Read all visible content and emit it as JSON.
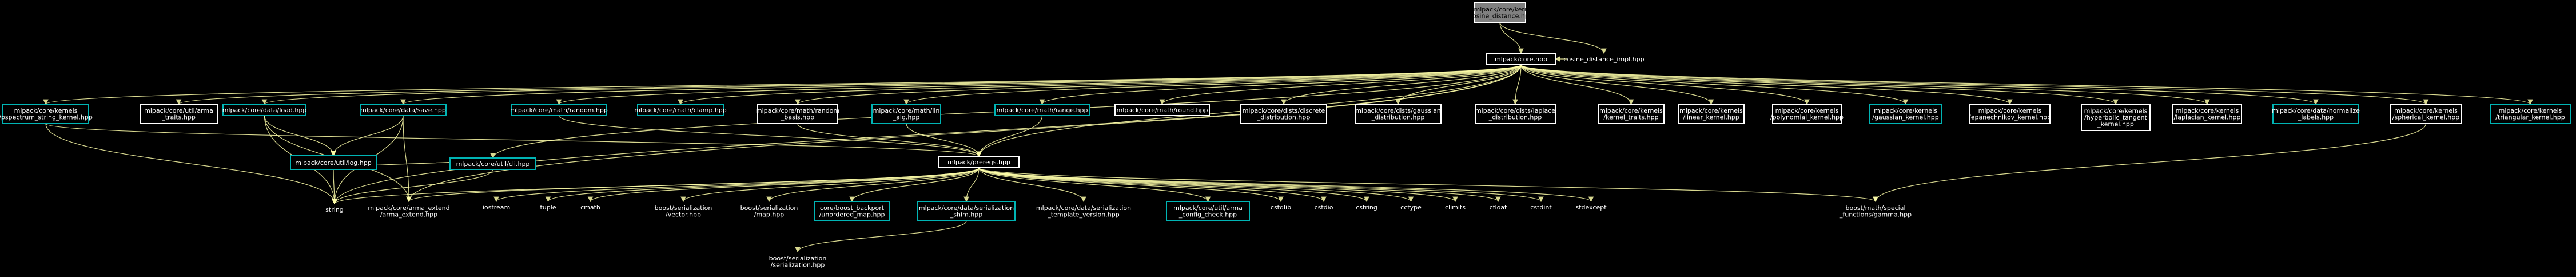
{
  "nodes": [
    {
      "id": "root",
      "lines": [
        "src/mlpack/core/kernels",
        "/cosine_distance.hpp"
      ],
      "style": "root"
    },
    {
      "id": "core",
      "lines": [
        "mlpack/core.hpp"
      ],
      "style": "white"
    },
    {
      "id": "impl",
      "lines": [
        "cosine_distance_impl.hpp"
      ],
      "style": "plain"
    },
    {
      "id": "pspec",
      "lines": [
        "mlpack/core/kernels",
        "/pspectrum_string_kernel.hpp"
      ],
      "style": "cyan"
    },
    {
      "id": "arma_traits",
      "lines": [
        "mlpack/core/util/arma",
        "_traits.hpp"
      ],
      "style": "white"
    },
    {
      "id": "load",
      "lines": [
        "mlpack/core/data/load.hpp"
      ],
      "style": "cyan"
    },
    {
      "id": "save",
      "lines": [
        "mlpack/core/data/save.hpp"
      ],
      "style": "cyan"
    },
    {
      "id": "random",
      "lines": [
        "mlpack/core/math/random.hpp"
      ],
      "style": "cyan"
    },
    {
      "id": "clamp",
      "lines": [
        "mlpack/core/math/clamp.hpp"
      ],
      "style": "cyan"
    },
    {
      "id": "random_basis",
      "lines": [
        "mlpack/core/math/random",
        "_basis.hpp"
      ],
      "style": "white"
    },
    {
      "id": "lin_alg",
      "lines": [
        "mlpack/core/math/lin",
        "_alg.hpp"
      ],
      "style": "cyan"
    },
    {
      "id": "range",
      "lines": [
        "mlpack/core/math/range.hpp"
      ],
      "style": "cyan"
    },
    {
      "id": "round",
      "lines": [
        "mlpack/core/math/round.hpp"
      ],
      "style": "white"
    },
    {
      "id": "discrete",
      "lines": [
        "mlpack/core/dists/discrete",
        "_distribution.hpp"
      ],
      "style": "white"
    },
    {
      "id": "gaussian",
      "lines": [
        "mlpack/core/dists/gaussian",
        "_distribution.hpp"
      ],
      "style": "white"
    },
    {
      "id": "laplace",
      "lines": [
        "mlpack/core/dists/laplace",
        "_distribution.hpp"
      ],
      "style": "white"
    },
    {
      "id": "kernel_traits",
      "lines": [
        "mlpack/core/kernels",
        "/kernel_traits.hpp"
      ],
      "style": "white"
    },
    {
      "id": "linear",
      "lines": [
        "mlpack/core/kernels",
        "/linear_kernel.hpp"
      ],
      "style": "white"
    },
    {
      "id": "polynomial",
      "lines": [
        "mlpack/core/kernels",
        "/polynomial_kernel.hpp"
      ],
      "style": "white"
    },
    {
      "id": "gaussian_k",
      "lines": [
        "mlpack/core/kernels",
        "/gaussian_kernel.hpp"
      ],
      "style": "cyan"
    },
    {
      "id": "epan",
      "lines": [
        "mlpack/core/kernels",
        "/epanechnikov_kernel.hpp"
      ],
      "style": "white"
    },
    {
      "id": "hyper",
      "lines": [
        "mlpack/core/kernels",
        "/hyperbolic_tangent",
        "_kernel.hpp"
      ],
      "style": "white"
    },
    {
      "id": "laplacian",
      "lines": [
        "mlpack/core/kernels",
        "/laplacian_kernel.hpp"
      ],
      "style": "white"
    },
    {
      "id": "normalize",
      "lines": [
        "mlpack/core/data/normalize",
        "_labels.hpp"
      ],
      "style": "cyan"
    },
    {
      "id": "spherical",
      "lines": [
        "mlpack/core/kernels",
        "/spherical_kernel.hpp"
      ],
      "style": "white"
    },
    {
      "id": "triangular",
      "lines": [
        "mlpack/core/kernels",
        "/triangular_kernel.hpp"
      ],
      "style": "cyan"
    },
    {
      "id": "cli",
      "lines": [
        "mlpack/core/util/cli.hpp"
      ],
      "style": "cyan"
    },
    {
      "id": "log",
      "lines": [
        "mlpack/core/util/log.hpp"
      ],
      "style": "cyan"
    },
    {
      "id": "prereqs",
      "lines": [
        "mlpack/prereqs.hpp"
      ],
      "style": "white"
    },
    {
      "id": "string",
      "lines": [
        "string"
      ],
      "style": "plain"
    },
    {
      "id": "arma_extend",
      "lines": [
        "mlpack/core/arma_extend",
        "/arma_extend.hpp"
      ],
      "style": "plain"
    },
    {
      "id": "iostream",
      "lines": [
        "iostream"
      ],
      "style": "plain"
    },
    {
      "id": "tuple",
      "lines": [
        "tuple"
      ],
      "style": "plain"
    },
    {
      "id": "cmath",
      "lines": [
        "cmath"
      ],
      "style": "plain"
    },
    {
      "id": "boost_vector",
      "lines": [
        "boost/serialization",
        "/vector.hpp"
      ],
      "style": "plain"
    },
    {
      "id": "boost_map",
      "lines": [
        "boost/serialization",
        "/map.hpp"
      ],
      "style": "plain"
    },
    {
      "id": "unordered",
      "lines": [
        "core/boost_backport",
        "/unordered_map.hpp"
      ],
      "style": "cyan"
    },
    {
      "id": "shim",
      "lines": [
        "mlpack/core/data/serialization",
        "_shim.hpp"
      ],
      "style": "cyan"
    },
    {
      "id": "template_version",
      "lines": [
        "mlpack/core/data/serialization",
        "_template_version.hpp"
      ],
      "style": "plain"
    },
    {
      "id": "config_check",
      "lines": [
        "mlpack/core/util/arma",
        "_config_check.hpp"
      ],
      "style": "cyan"
    },
    {
      "id": "cstdlib",
      "lines": [
        "cstdlib"
      ],
      "style": "plain"
    },
    {
      "id": "cstdio",
      "lines": [
        "cstdio"
      ],
      "style": "plain"
    },
    {
      "id": "cstring",
      "lines": [
        "cstring"
      ],
      "style": "plain"
    },
    {
      "id": "cctype",
      "lines": [
        "cctype"
      ],
      "style": "plain"
    },
    {
      "id": "climits",
      "lines": [
        "climits"
      ],
      "style": "plain"
    },
    {
      "id": "cfloat",
      "lines": [
        "cfloat"
      ],
      "style": "plain"
    },
    {
      "id": "cstdint",
      "lines": [
        "cstdint"
      ],
      "style": "plain"
    },
    {
      "id": "stdexcept",
      "lines": [
        "stdexcept"
      ],
      "style": "plain"
    },
    {
      "id": "gamma",
      "lines": [
        "boost/math/special",
        "_functions/gamma.hpp"
      ],
      "style": "plain"
    },
    {
      "id": "serialization",
      "lines": [
        "boost/serialization",
        "/serialization.hpp"
      ],
      "style": "plain"
    }
  ],
  "edges": [
    [
      "root",
      "core"
    ],
    [
      "root",
      "impl"
    ],
    [
      "impl",
      "core"
    ],
    [
      "core",
      "pspec"
    ],
    [
      "core",
      "arma_traits"
    ],
    [
      "core",
      "load"
    ],
    [
      "core",
      "save"
    ],
    [
      "core",
      "random"
    ],
    [
      "core",
      "clamp"
    ],
    [
      "core",
      "random_basis"
    ],
    [
      "core",
      "lin_alg"
    ],
    [
      "core",
      "range"
    ],
    [
      "core",
      "round"
    ],
    [
      "core",
      "discrete"
    ],
    [
      "core",
      "gaussian"
    ],
    [
      "core",
      "laplace"
    ],
    [
      "core",
      "kernel_traits"
    ],
    [
      "core",
      "linear"
    ],
    [
      "core",
      "polynomial"
    ],
    [
      "core",
      "gaussian_k"
    ],
    [
      "core",
      "epan"
    ],
    [
      "core",
      "hyper"
    ],
    [
      "core",
      "laplacian"
    ],
    [
      "core",
      "normalize"
    ],
    [
      "core",
      "spherical"
    ],
    [
      "core",
      "triangular"
    ],
    [
      "core",
      "cli"
    ],
    [
      "core",
      "prereqs"
    ],
    [
      "core",
      "string"
    ],
    [
      "core",
      "arma_extend"
    ],
    [
      "pspec",
      "string"
    ],
    [
      "pspec",
      "prereqs"
    ],
    [
      "load",
      "log"
    ],
    [
      "load",
      "string"
    ],
    [
      "load",
      "arma_extend"
    ],
    [
      "save",
      "log"
    ],
    [
      "save",
      "string"
    ],
    [
      "save",
      "arma_extend"
    ],
    [
      "cli",
      "string"
    ],
    [
      "cli",
      "log"
    ],
    [
      "log",
      "string"
    ],
    [
      "random",
      "prereqs"
    ],
    [
      "random_basis",
      "prereqs"
    ],
    [
      "lin_alg",
      "prereqs"
    ],
    [
      "range",
      "prereqs"
    ],
    [
      "spherical",
      "gamma"
    ],
    [
      "prereqs",
      "string"
    ],
    [
      "prereqs",
      "arma_extend"
    ],
    [
      "prereqs",
      "iostream"
    ],
    [
      "prereqs",
      "tuple"
    ],
    [
      "prereqs",
      "cmath"
    ],
    [
      "prereqs",
      "boost_vector"
    ],
    [
      "prereqs",
      "boost_map"
    ],
    [
      "prereqs",
      "unordered"
    ],
    [
      "prereqs",
      "shim"
    ],
    [
      "prereqs",
      "template_version"
    ],
    [
      "prereqs",
      "config_check"
    ],
    [
      "prereqs",
      "cstdlib"
    ],
    [
      "prereqs",
      "cstdio"
    ],
    [
      "prereqs",
      "cstring"
    ],
    [
      "prereqs",
      "cctype"
    ],
    [
      "prereqs",
      "climits"
    ],
    [
      "prereqs",
      "cfloat"
    ],
    [
      "prereqs",
      "cstdint"
    ],
    [
      "prereqs",
      "stdexcept"
    ],
    [
      "prereqs",
      "gamma"
    ],
    [
      "shim",
      "serialization"
    ]
  ]
}
